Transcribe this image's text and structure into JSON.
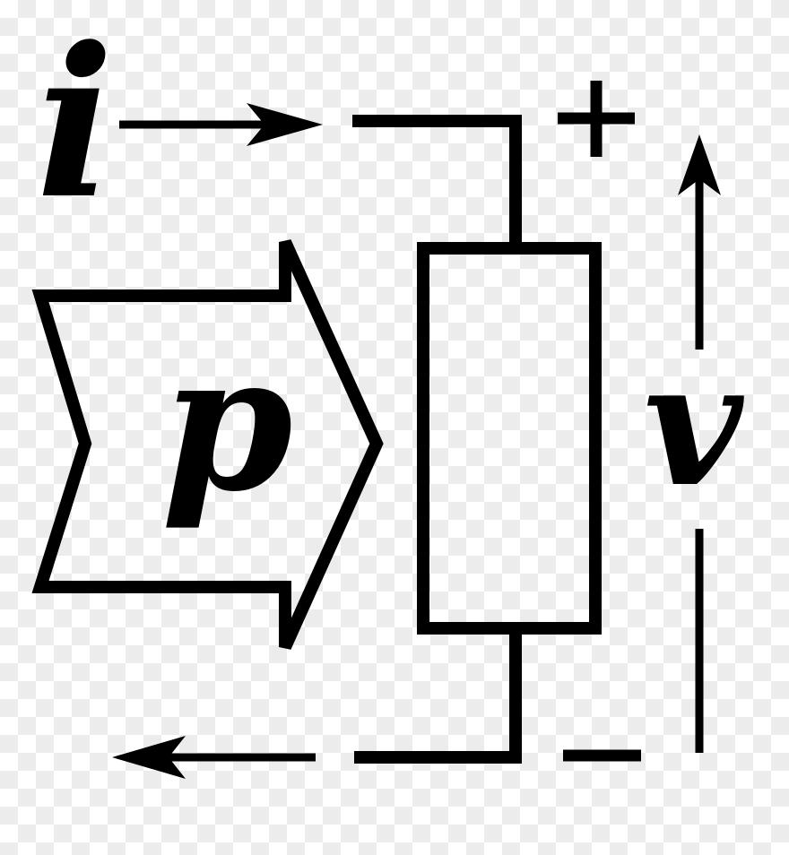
{
  "labels": {
    "current": "i",
    "power": "p",
    "voltage": "v",
    "plus": "+",
    "minus": "−"
  },
  "colors": {
    "stroke": "#000000",
    "checker_light": "#ffffff",
    "checker_dark": "#ececec"
  }
}
